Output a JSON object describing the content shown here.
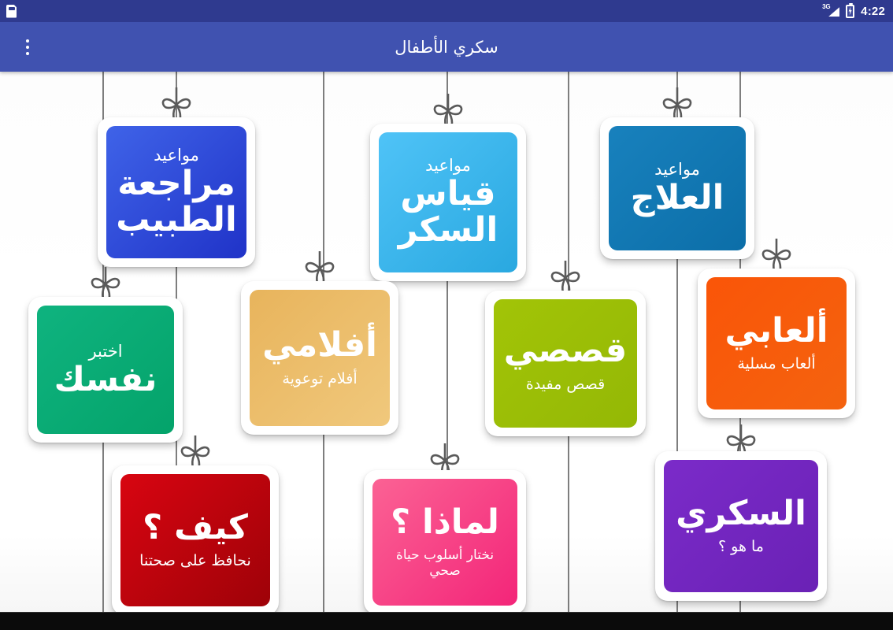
{
  "status_bar": {
    "sd_icon": "sd-card-icon",
    "network_label": "3G",
    "signal_icon": "signal-bars-icon",
    "battery_icon": "battery-charging-icon",
    "time": "4:22"
  },
  "app_bar": {
    "title": "سكري الأطفال",
    "overflow_icon": "more-vertical-icon"
  },
  "accent_colors": {
    "status_bar": "#2f3a8f",
    "app_bar": "#4052b0",
    "background": "#ffffff",
    "string": "#5a5a5a",
    "nav_bar": "#0b0b0b"
  },
  "cards": [
    {
      "id": "doctor-visit-times",
      "small": "مواعيد",
      "title": "مراجعة\nالطبيب",
      "sub": "",
      "color_from": "#3f63e8",
      "color_to": "#2033c8"
    },
    {
      "id": "sugar-measure-times",
      "small": "مواعيد",
      "title": "قياس\nالسكر",
      "sub": "",
      "color_from": "#4fc3f7",
      "color_to": "#29a8e0"
    },
    {
      "id": "treatment-times",
      "small": "مواعيد",
      "title": "العلاج",
      "sub": "",
      "color_from": "#1881bd",
      "color_to": "#0c6ea8"
    },
    {
      "id": "test-yourself",
      "small": "اختبر",
      "title": "نفسك",
      "sub": "",
      "color_from": "#0fb37f",
      "color_to": "#04a36a"
    },
    {
      "id": "my-films",
      "small": "",
      "title": "أفلامي",
      "sub": "أفلام توعوية",
      "color_from": "#e8b45c",
      "color_to": "#f0c87c"
    },
    {
      "id": "my-stories",
      "small": "",
      "title": "قصصي",
      "sub": "قصص مفيدة",
      "color_from": "#a2c407",
      "color_to": "#94b805"
    },
    {
      "id": "my-games",
      "small": "",
      "title": "ألعابي",
      "sub": "ألعاب مسلية",
      "color_from": "#fa5508",
      "color_to": "#f4630f"
    },
    {
      "id": "how-keep-health",
      "small": "",
      "title": "كيف ؟",
      "sub": "نحافظ على صحتنا",
      "color_from": "#d80511",
      "color_to": "#9e0208"
    },
    {
      "id": "why-healthy-lifestyle",
      "small": "",
      "title": "لماذا ؟",
      "sub": "نختار أسلوب حياة صحي",
      "color_from": "#fb6294",
      "color_to": "#f32579"
    },
    {
      "id": "what-is-diabetes",
      "small": "",
      "title": "السكري",
      "sub": "ما هو ؟",
      "color_from": "#7b2bc9",
      "color_to": "#6a21b5"
    }
  ]
}
